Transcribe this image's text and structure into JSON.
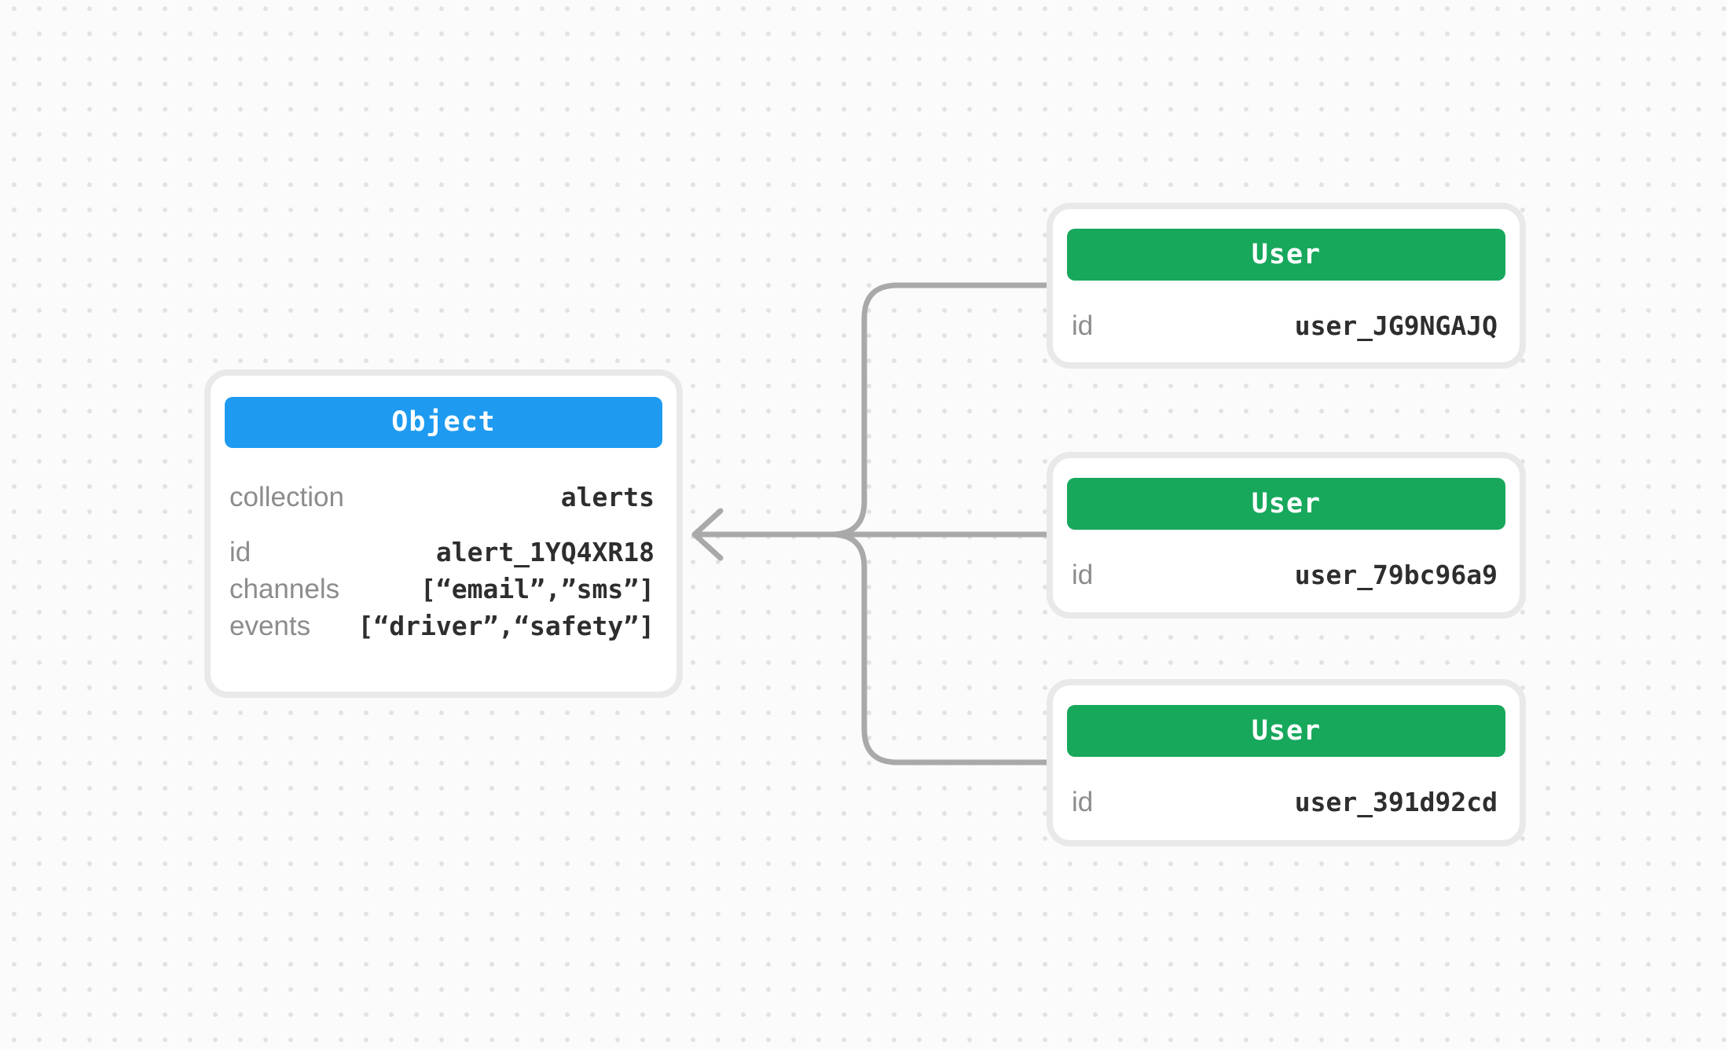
{
  "object_card": {
    "title": "Object",
    "header_color": "#1e9bf0",
    "fields": [
      {
        "label": "collection",
        "value": "alerts"
      },
      {
        "label": "id",
        "value": "alert_1YQ4XR18"
      },
      {
        "label": "channels",
        "value": "[“email”,”sms”]"
      },
      {
        "label": "events",
        "value": "[“driver”,“safety”]"
      }
    ]
  },
  "user_cards": [
    {
      "title": "User",
      "header_color": "#17a85c",
      "fields": [
        {
          "label": "id",
          "value": "user_JG9NGAJQ"
        }
      ]
    },
    {
      "title": "User",
      "header_color": "#17a85c",
      "fields": [
        {
          "label": "id",
          "value": "user_79bc96a9"
        }
      ]
    },
    {
      "title": "User",
      "header_color": "#17a85c",
      "fields": [
        {
          "label": "id",
          "value": "user_391d92cd"
        }
      ]
    }
  ],
  "connector": {
    "color": "#a9a9a9",
    "direction": "users-to-object",
    "arrowhead": "left"
  },
  "canvas": {
    "background_color": "#fbfbfb",
    "dot_color": "#e2e2e2",
    "card_border_color": "#e9e9e9"
  }
}
